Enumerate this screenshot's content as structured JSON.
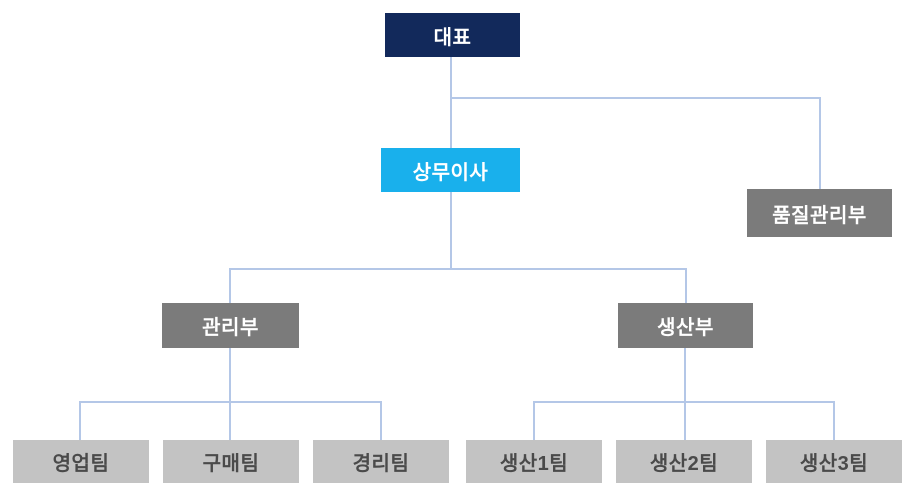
{
  "diagram_type": "org-chart",
  "nodes": {
    "ceo": {
      "label": "대표",
      "role": "top-level",
      "box_color": "#12295b",
      "text_color": "#ffffff"
    },
    "director": {
      "label": "상무이사",
      "role": "second-level",
      "box_color": "#19b0ec",
      "text_color": "#ffffff"
    },
    "quality": {
      "label": "품질관리부",
      "role": "department",
      "box_color": "#7b7b7b",
      "text_color": "#ffffff"
    },
    "admin": {
      "label": "관리부",
      "role": "department",
      "box_color": "#7b7b7b",
      "text_color": "#ffffff"
    },
    "production": {
      "label": "생산부",
      "role": "department",
      "box_color": "#7b7b7b",
      "text_color": "#ffffff"
    },
    "sales": {
      "label": "영업팀",
      "role": "team",
      "box_color": "#c3c3c3",
      "text_color": "#4a4a4a"
    },
    "purchasing": {
      "label": "구매팀",
      "role": "team",
      "box_color": "#c3c3c3",
      "text_color": "#4a4a4a"
    },
    "accounting": {
      "label": "경리팀",
      "role": "team",
      "box_color": "#c3c3c3",
      "text_color": "#4a4a4a"
    },
    "prod1": {
      "label": "생산1팀",
      "role": "team",
      "box_color": "#c3c3c3",
      "text_color": "#4a4a4a"
    },
    "prod2": {
      "label": "생산2팀",
      "role": "team",
      "box_color": "#c3c3c3",
      "text_color": "#4a4a4a"
    },
    "prod3": {
      "label": "생산3팀",
      "role": "team",
      "box_color": "#c3c3c3",
      "text_color": "#4a4a4a"
    }
  },
  "edges": [
    {
      "from": "대표",
      "to": "상무이사"
    },
    {
      "from": "대표",
      "to": "품질관리부"
    },
    {
      "from": "상무이사",
      "to": "관리부"
    },
    {
      "from": "상무이사",
      "to": "생산부"
    },
    {
      "from": "관리부",
      "to": "영업팀"
    },
    {
      "from": "관리부",
      "to": "구매팀"
    },
    {
      "from": "관리부",
      "to": "경리팀"
    },
    {
      "from": "생산부",
      "to": "생산1팀"
    },
    {
      "from": "생산부",
      "to": "생산2팀"
    },
    {
      "from": "생산부",
      "to": "생산3팀"
    }
  ],
  "colors": {
    "ceo_box": "#12295b",
    "director_box": "#19b0ec",
    "dept_box": "#7b7b7b",
    "team_box": "#c3c3c3",
    "box_text_light": "#ffffff",
    "team_text": "#4a4a4a",
    "connector": "#b4c7e7",
    "background": "#ffffff"
  }
}
